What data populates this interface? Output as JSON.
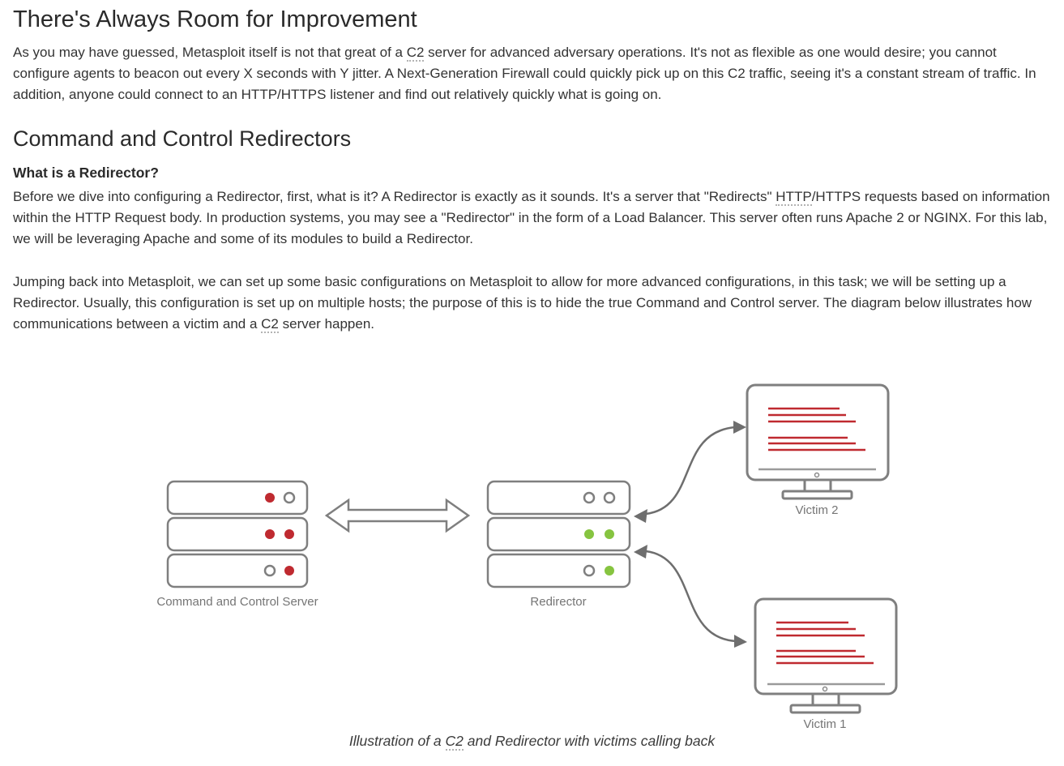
{
  "article": {
    "heading1": "There's Always Room for Improvement",
    "paragraph1": {
      "parts": [
        "As you may have guessed, Metasploit itself is not that great of a ",
        "C2",
        " server for advanced adversary operations. It's not as flexible as one would desire; you cannot configure agents to beacon out every X seconds with Y jitter. A Next-Generation Firewall could quickly pick up on this C2 traffic, seeing it's a constant stream of traffic. In addition, anyone could connect to an HTTP/HTTPS listener and find out relatively quickly what is going on."
      ]
    },
    "heading2": "Command and Control Redirectors",
    "subheading": "What is a Redirector?",
    "paragraph2": {
      "parts": [
        "Before we dive into configuring a Redirector, first, what is it? A Redirector is exactly as it sounds. It's a server that \"Redirects\" ",
        "HTTP",
        "/HTTPS requests based on information within the HTTP Request body. In production systems, you may see a \"Redirector\" in the form of a Load Balancer. This server often runs Apache 2 or NGINX. For this lab, we will be leveraging Apache and some of its modules to build a Redirector."
      ]
    },
    "paragraph3": {
      "parts": [
        "Jumping back into Metasploit, we can set up some basic configurations on Metasploit to allow for more advanced configurations, in this task; we will be setting up a Redirector. Usually, this configuration is set up on multiple hosts; the purpose of this is to hide the true Command and Control server. The diagram below illustrates how communications between a victim and a ",
        "C2",
        " server happen."
      ]
    },
    "caption": {
      "parts": [
        "Illustration of a ",
        "C2",
        " and Redirector with victims calling back"
      ]
    }
  },
  "diagram": {
    "labels": {
      "c2_server": "Command and Control Server",
      "redirector": "Redirector",
      "victim2": "Victim 2",
      "victim1": "Victim 1"
    },
    "leds": {
      "c2_server": [
        [
          "red",
          "open"
        ],
        [
          "red",
          "red"
        ],
        [
          "open",
          "red"
        ]
      ],
      "redirector": [
        [
          "open",
          "open"
        ],
        [
          "green",
          "green"
        ],
        [
          "open",
          "green"
        ]
      ]
    },
    "colors": {
      "red": "#bf2a30",
      "green": "#86c440",
      "outline": "#7f7f7f",
      "connector": "#6e6e6e",
      "label_text": "#757575"
    }
  }
}
